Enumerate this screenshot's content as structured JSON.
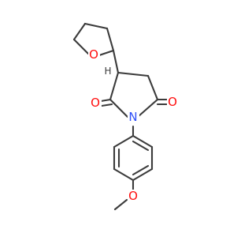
{
  "atoms": {
    "ring_oxygen": {
      "symbol": "O",
      "color": "#ff0d0d"
    },
    "carbonyl_oxygen_left": {
      "symbol": "O",
      "color": "#ff0d0d"
    },
    "carbonyl_oxygen_right": {
      "symbol": "O",
      "color": "#ff0d0d"
    },
    "imide_nitrogen": {
      "symbol": "N",
      "color": "#3050f8"
    },
    "ether_oxygen": {
      "symbol": "O",
      "color": "#ff0d0d"
    },
    "stereo_hydrogen": {
      "symbol": "H",
      "color": "#3b3b3b"
    }
  },
  "colors": {
    "bond": "#3b3b3b",
    "background": "#ffffff"
  }
}
